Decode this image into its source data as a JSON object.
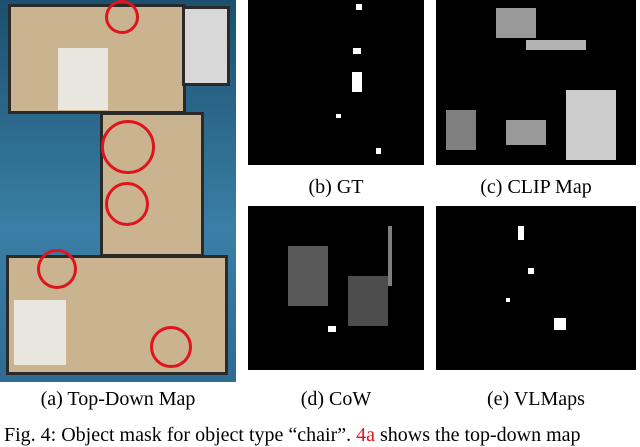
{
  "panels": [
    {
      "label": "(a) Top-Down Map"
    },
    {
      "label": "(b) GT"
    },
    {
      "label": "(c) CLIP Map"
    },
    {
      "label": "(d) CoW"
    },
    {
      "label": "(e) VLMaps"
    }
  ],
  "caption": {
    "prefix": "Fig. 4: Object mask for object type “chair”. ",
    "ref": "4a",
    "suffix": " shows the top-down map"
  },
  "colors": {
    "highlight": "#e0141e",
    "mask_bg": "#000000",
    "mask_fg": "#ffffff"
  }
}
